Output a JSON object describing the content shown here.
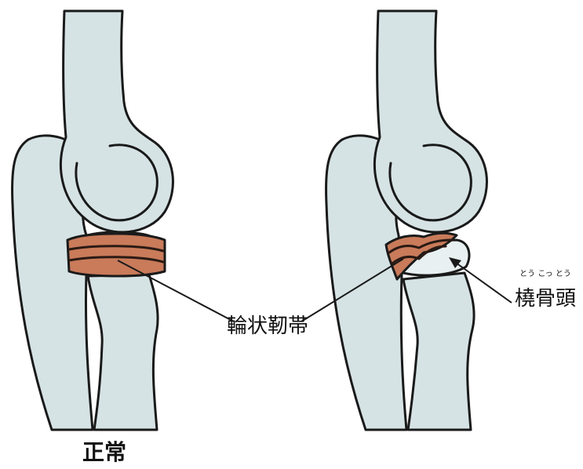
{
  "labels": {
    "ligament": "輪状靭帯",
    "radial_head": "橈骨頭",
    "radial_head_ruby": "とう こっ とう",
    "normal": "正常"
  },
  "colors": {
    "bone": "#d6e3e5",
    "outline": "#1a1a1a",
    "ligament": "#c97b5a",
    "ligament_stripe": "#2a1a14"
  }
}
